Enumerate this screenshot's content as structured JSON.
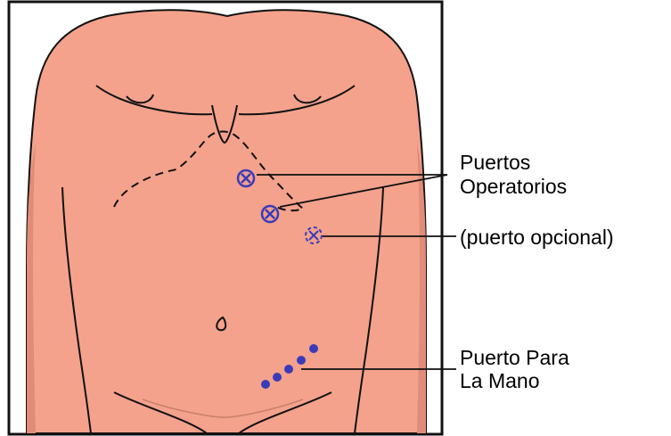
{
  "labels": {
    "operative_ports_line1": "Puertos",
    "operative_ports_line2": "Operatorios",
    "optional_port": "(puerto opcional)",
    "hand_port_line1": "Puerto Para",
    "hand_port_line2": "La Mano"
  },
  "colors": {
    "skin": "#F4A28C",
    "skin_shadow": "#E08C78",
    "outline": "#111111",
    "port_marker": "#3B3BB8",
    "background": "#FFFFFF"
  },
  "markers": {
    "operative_port_icon": "circled-x-icon",
    "optional_port_icon": "dashed-circled-x-icon",
    "hand_port_icon": "dot-icon",
    "hand_port_dot_count": 5
  }
}
